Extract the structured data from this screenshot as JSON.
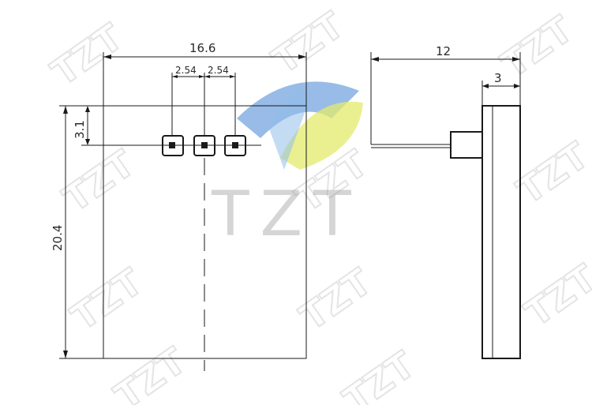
{
  "brand": {
    "logo_text": "TZT",
    "watermark_text": "TZT",
    "logo_colors": {
      "blue": "#3a7fd0",
      "yellow": "#d9e43a",
      "gray": "#9a9a9a"
    }
  },
  "front_view": {
    "width_label": "16.6",
    "pin_pitch_1_label": "2.54",
    "pin_pitch_2_label": "2.54",
    "pin_offset_label": "3.1",
    "height_label": "20.4"
  },
  "side_view": {
    "length_label": "12",
    "thickness_label": "3"
  }
}
